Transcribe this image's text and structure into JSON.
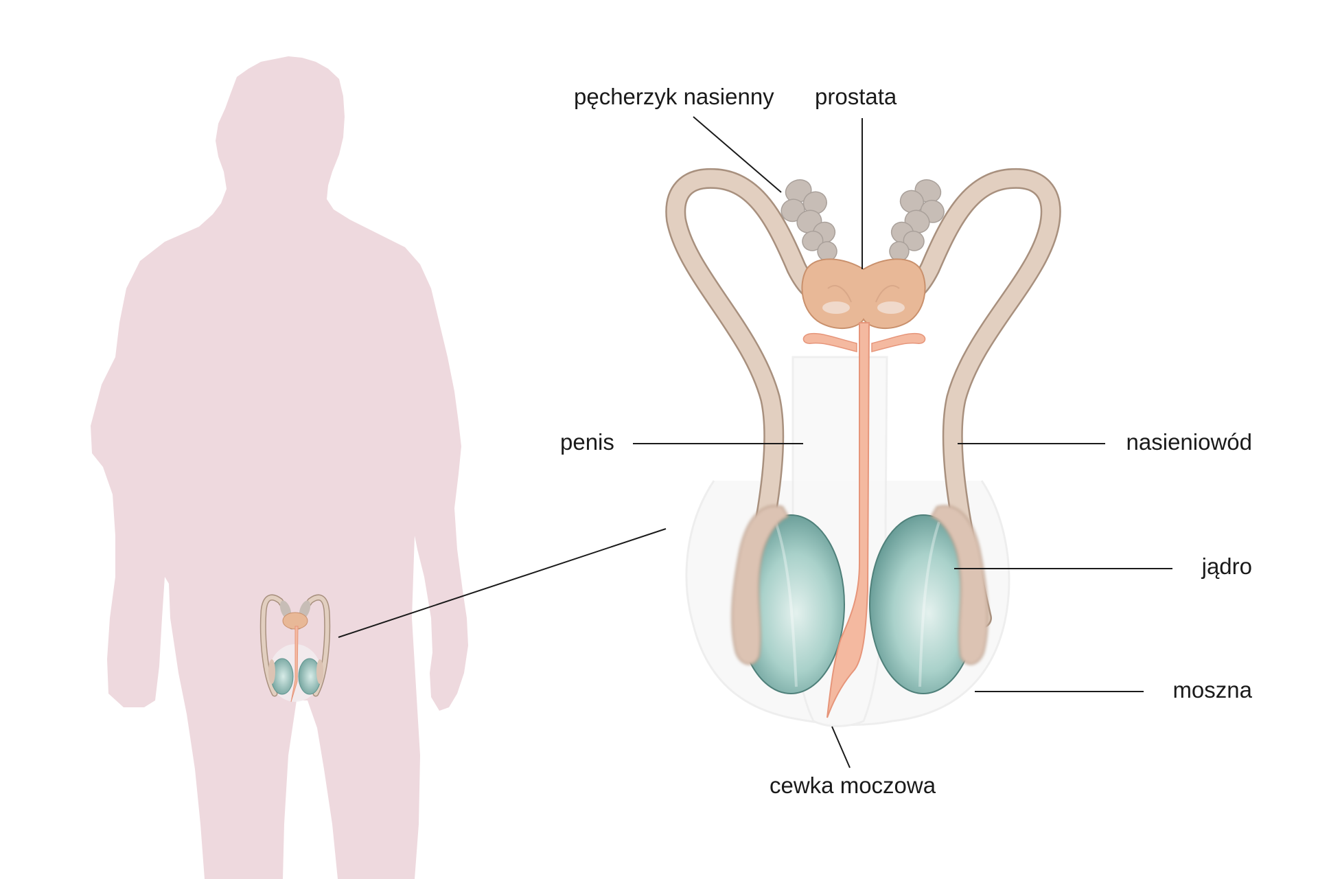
{
  "labels": {
    "seminal_vesicle": "pęcherzyk nasienny",
    "prostate": "prostata",
    "penis": "penis",
    "vas_deferens": "nasieniowód",
    "testis": "jądro",
    "scrotum": "moszna",
    "urethra": "cewka moczowa"
  },
  "colors": {
    "silhouette": "#eed9de",
    "duct": "#e2cfc0",
    "duct_outline": "#a8907e",
    "vesicle": "#c7bdb6",
    "prostate": "#e8b897",
    "urethra": "#f4b9a0",
    "testis": "#9fc9c3",
    "epididymis": "#dcc3b3",
    "leader_line": "#1a1a1a"
  }
}
